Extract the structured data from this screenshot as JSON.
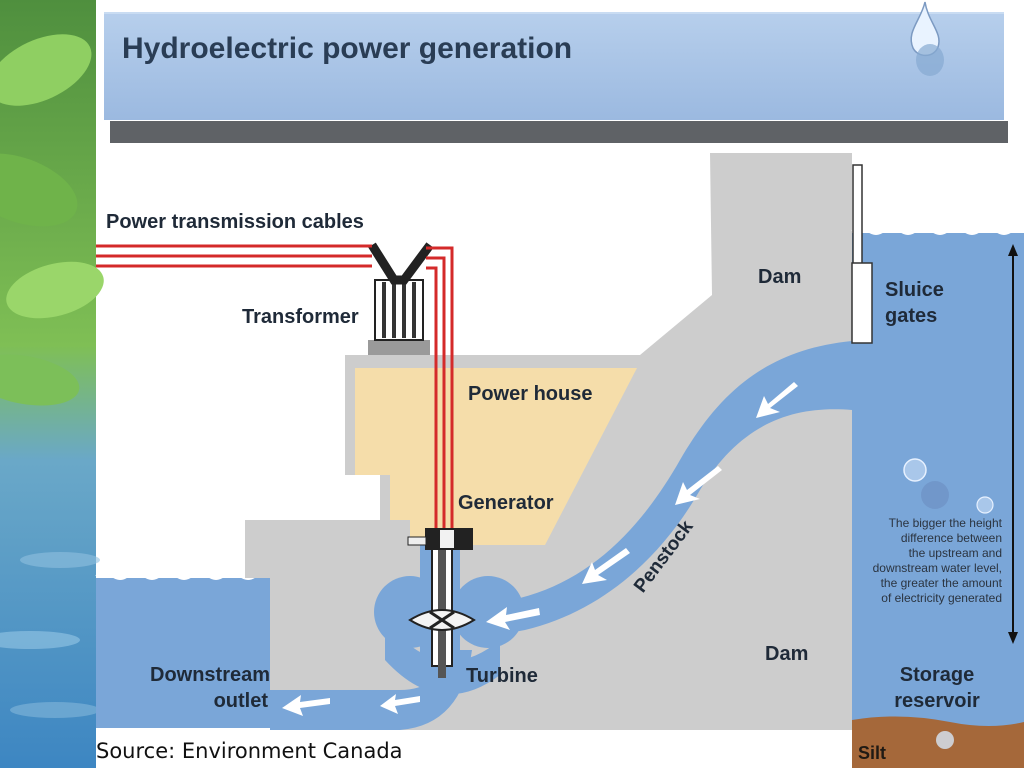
{
  "title": "Hydroelectric power generation",
  "source": "Source: Environment Canada",
  "labels": {
    "cables": "Power transmission cables",
    "transformer": "Transformer",
    "dam_top": "Dam",
    "sluice_1": "Sluice",
    "sluice_2": "gates",
    "power_house": "Power house",
    "generator": "Generator",
    "penstock": "Penstock",
    "downstream_1": "Downstream",
    "downstream_2": "outlet",
    "turbine": "Turbine",
    "dam_bottom": "Dam",
    "reservoir_1": "Storage",
    "reservoir_2": "reservoir",
    "silt": "Silt"
  },
  "note": [
    "The bigger the height",
    "difference between",
    "the upstream and",
    "downstream water level,",
    "the greater the amount",
    "of electricity generated"
  ],
  "colors": {
    "water": "#7aa6d8",
    "dam": "#cdcdcd",
    "power_house": "#f5ddaa",
    "cable_red": "#d42a2a",
    "title_band": "#a9c4e6",
    "silt": "#a5683a"
  }
}
